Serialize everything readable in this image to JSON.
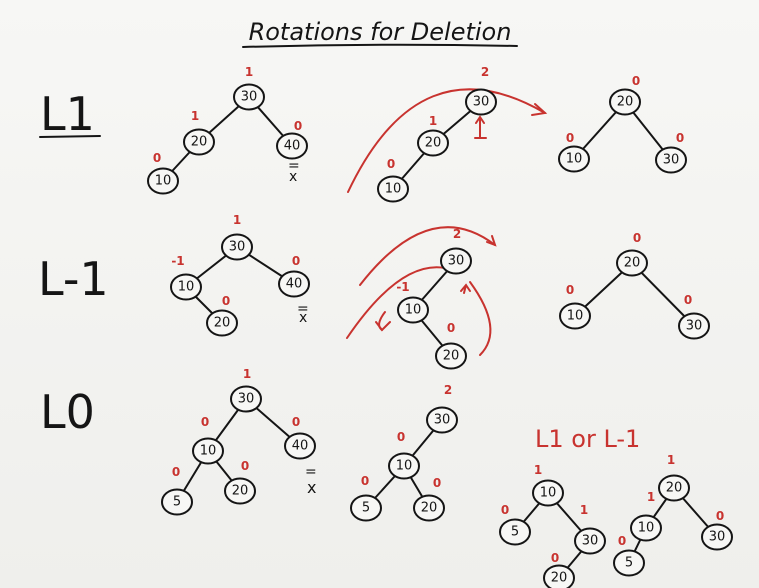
{
  "title": "Rotations for Deletion",
  "cases": [
    {
      "label": "L1"
    },
    {
      "label": "L-1"
    },
    {
      "label": "L0"
    }
  ],
  "alt_note": "L1 or L-1",
  "deleted_mark": "x",
  "deleted_mark_bar": "=",
  "arrow_mark": "↑",
  "trees": {
    "l1_before": {
      "nodes": [
        {
          "v": "30",
          "b": "1"
        },
        {
          "v": "20",
          "b": "1"
        },
        {
          "v": "40",
          "b": "0"
        },
        {
          "v": "10",
          "b": "0"
        }
      ]
    },
    "l1_mid": {
      "nodes": [
        {
          "v": "30",
          "b": "2"
        },
        {
          "v": "20",
          "b": "1"
        },
        {
          "v": "10",
          "b": "0"
        }
      ]
    },
    "l1_after": {
      "nodes": [
        {
          "v": "20",
          "b": "0"
        },
        {
          "v": "10",
          "b": "0"
        },
        {
          "v": "30",
          "b": "0"
        }
      ]
    },
    "lm1_before": {
      "nodes": [
        {
          "v": "30",
          "b": "1"
        },
        {
          "v": "10",
          "b": "-1"
        },
        {
          "v": "40",
          "b": "0"
        },
        {
          "v": "20",
          "b": "0"
        }
      ]
    },
    "lm1_mid": {
      "nodes": [
        {
          "v": "30",
          "b": "2"
        },
        {
          "v": "10",
          "b": "-1"
        },
        {
          "v": "20",
          "b": "0"
        }
      ]
    },
    "lm1_after": {
      "nodes": [
        {
          "v": "20",
          "b": "0"
        },
        {
          "v": "10",
          "b": "0"
        },
        {
          "v": "30",
          "b": "0"
        }
      ]
    },
    "l0_before": {
      "nodes": [
        {
          "v": "30",
          "b": "1"
        },
        {
          "v": "10",
          "b": "0"
        },
        {
          "v": "40",
          "b": "0"
        },
        {
          "v": "5",
          "b": "0"
        },
        {
          "v": "20",
          "b": "0"
        }
      ]
    },
    "l0_mid": {
      "nodes": [
        {
          "v": "30",
          "b": "2"
        },
        {
          "v": "10",
          "b": "0"
        },
        {
          "v": "5",
          "b": "0"
        },
        {
          "v": "20",
          "b": "0"
        }
      ]
    },
    "l0_after_a": {
      "nodes": [
        {
          "v": "10",
          "b": "1"
        },
        {
          "v": "5",
          "b": "0"
        },
        {
          "v": "30",
          "b": "1"
        },
        {
          "v": "20",
          "b": "0"
        }
      ]
    },
    "l0_after_b": {
      "nodes": [
        {
          "v": "20",
          "b": "1"
        },
        {
          "v": "10",
          "b": "1"
        },
        {
          "v": "30",
          "b": "0"
        },
        {
          "v": "5",
          "b": "0"
        }
      ]
    }
  }
}
